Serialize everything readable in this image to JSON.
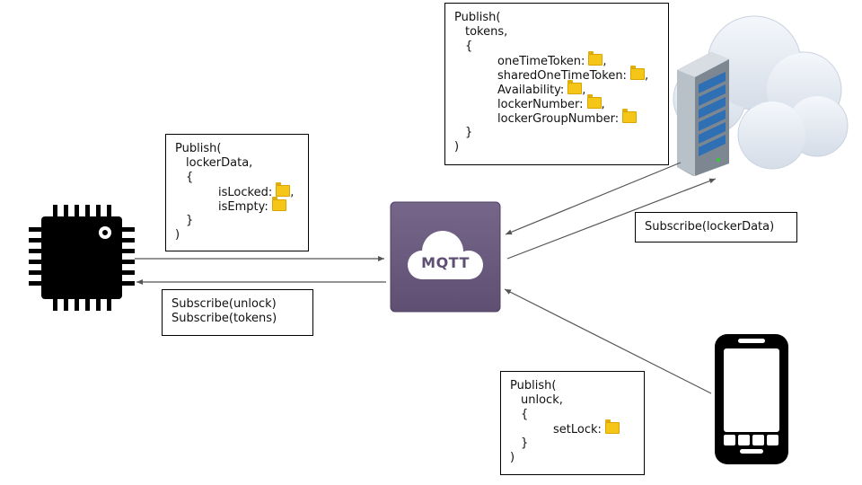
{
  "publish_tokens": {
    "lines": [
      "Publish(",
      "tokens,",
      "{",
      "oneTimeToken:",
      "sharedOneTimeToken:",
      "Availability:",
      "lockerNumber:",
      "lockerGroupNumber:",
      "}",
      ")"
    ]
  },
  "publish_lockerdata": {
    "lines": [
      "Publish(",
      "lockerData,",
      "{",
      "isLocked:",
      "isEmpty:",
      "}",
      ")"
    ]
  },
  "subscribe_device": {
    "lines": [
      "Subscribe(unlock)",
      "Subscribe(tokens)"
    ]
  },
  "subscribe_server": {
    "label": "Subscribe(lockerData)"
  },
  "publish_unlock": {
    "lines": [
      "Publish(",
      "unlock,",
      "{",
      "setLock:",
      "}",
      ")"
    ]
  },
  "broker": {
    "label": "MQTT"
  },
  "icons": {
    "device": "microchip-icon",
    "server": "cloud-server-icon",
    "phone": "smartphone-icon",
    "value": "folder-icon"
  },
  "colors": {
    "broker_bg": "#6b5b7f",
    "chip": "#000000",
    "folder": "#f5c518",
    "arrow": "#555555"
  }
}
